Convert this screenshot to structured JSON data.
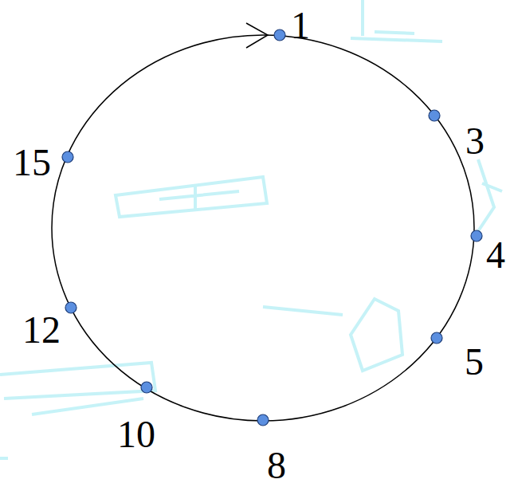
{
  "diagram": {
    "labels": [
      "1",
      "3",
      "4",
      "5",
      "8",
      "10",
      "12",
      "15"
    ]
  }
}
